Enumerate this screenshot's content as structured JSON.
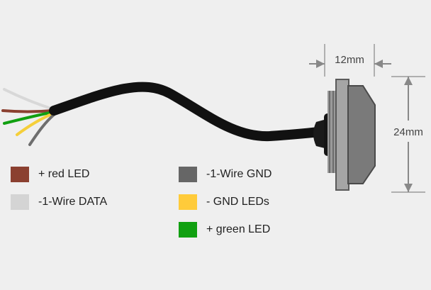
{
  "dimensions": {
    "width_label": "12mm",
    "height_label": "24mm"
  },
  "legend": [
    {
      "label": "+ red LED",
      "color": "#8b4030"
    },
    {
      "label": "-1-Wire DATA",
      "color": "#d4d4d4"
    },
    {
      "label": "-1-Wire GND",
      "color": "#666666"
    },
    {
      "label": "- GND LEDs",
      "color": "#ffcb3a"
    },
    {
      "label": "+ green LED",
      "color": "#11a011"
    }
  ],
  "wire_colors": {
    "white": "#d8d8d8",
    "red": "#8b4030",
    "green": "#11a011",
    "yellow": "#f5cf3a",
    "gray": "#6e6e6e",
    "cable": "#111111"
  }
}
